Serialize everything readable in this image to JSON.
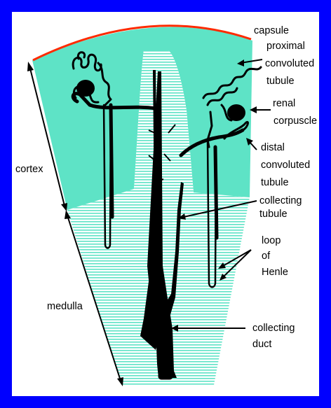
{
  "colors": {
    "frame": "#0000ff",
    "background": "#ffffff",
    "cortex_fill": "#5ee3c6",
    "capsule_line": "#ff2a00",
    "structure": "#000000"
  },
  "labels": {
    "capsule": "capsule",
    "proximal_convoluted_tubule": [
      "proximal",
      "convoluted",
      "tubule"
    ],
    "renal_corpuscle": [
      "renal",
      "corpuscle"
    ],
    "distal_convoluted_tubule": [
      "distal",
      "convoluted",
      "tubule"
    ],
    "cortex": "cortex",
    "collecting_tubule": [
      "collecting",
      "tubule"
    ],
    "loop_of_henle": [
      "loop",
      "of",
      "Henle"
    ],
    "medulla": "medulla",
    "collecting_duct": [
      "collecting",
      "duct"
    ]
  }
}
